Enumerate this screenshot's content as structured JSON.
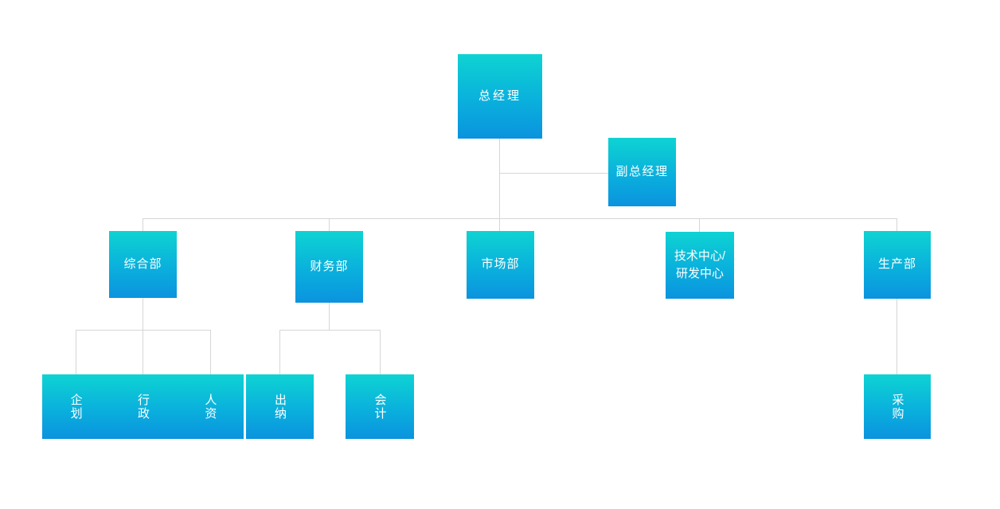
{
  "chart": {
    "type": "org-chart",
    "title": "",
    "colors": {
      "node_gradient_top": "#0FD3D3",
      "node_gradient_bottom": "#0B93DE",
      "connector": "#D6D6D6",
      "label_text": "#FFFFFF",
      "background": "#FFFFFF"
    }
  },
  "nodes": {
    "general_manager": {
      "label": "总经理"
    },
    "deputy_general_manager": {
      "label": "副总经理"
    },
    "general_affairs": {
      "label": "综合部"
    },
    "finance": {
      "label": "财务部"
    },
    "marketing": {
      "label": "市场部"
    },
    "tech_center": {
      "label": "技术中心/\n研发中心"
    },
    "production": {
      "label": "生产部"
    },
    "planning": {
      "label": "企划"
    },
    "administration": {
      "label": "行政"
    },
    "human_resources": {
      "label": "人资"
    },
    "cashier": {
      "label": "出纳"
    },
    "accounting": {
      "label": "会计"
    },
    "procurement": {
      "label": "采购"
    }
  },
  "hierarchy": [
    {
      "id": "general_manager",
      "label": "总经理",
      "level": 0,
      "parent": null
    },
    {
      "id": "deputy_general_manager",
      "label": "副总经理",
      "level": 1,
      "parent": "general_manager"
    },
    {
      "id": "general_affairs",
      "label": "综合部",
      "level": 2,
      "parent": "general_manager"
    },
    {
      "id": "finance",
      "label": "财务部",
      "level": 2,
      "parent": "general_manager"
    },
    {
      "id": "marketing",
      "label": "市场部",
      "level": 2,
      "parent": "general_manager"
    },
    {
      "id": "tech_center",
      "label": "技术中心/研发中心",
      "level": 2,
      "parent": "general_manager"
    },
    {
      "id": "production",
      "label": "生产部",
      "level": 2,
      "parent": "general_manager"
    },
    {
      "id": "planning",
      "label": "企划",
      "level": 3,
      "parent": "general_affairs"
    },
    {
      "id": "administration",
      "label": "行政",
      "level": 3,
      "parent": "general_affairs"
    },
    {
      "id": "human_resources",
      "label": "人资",
      "level": 3,
      "parent": "general_affairs"
    },
    {
      "id": "cashier",
      "label": "出纳",
      "level": 3,
      "parent": "finance"
    },
    {
      "id": "accounting",
      "label": "会计",
      "level": 3,
      "parent": "finance"
    },
    {
      "id": "procurement",
      "label": "采购",
      "level": 3,
      "parent": "production"
    }
  ]
}
